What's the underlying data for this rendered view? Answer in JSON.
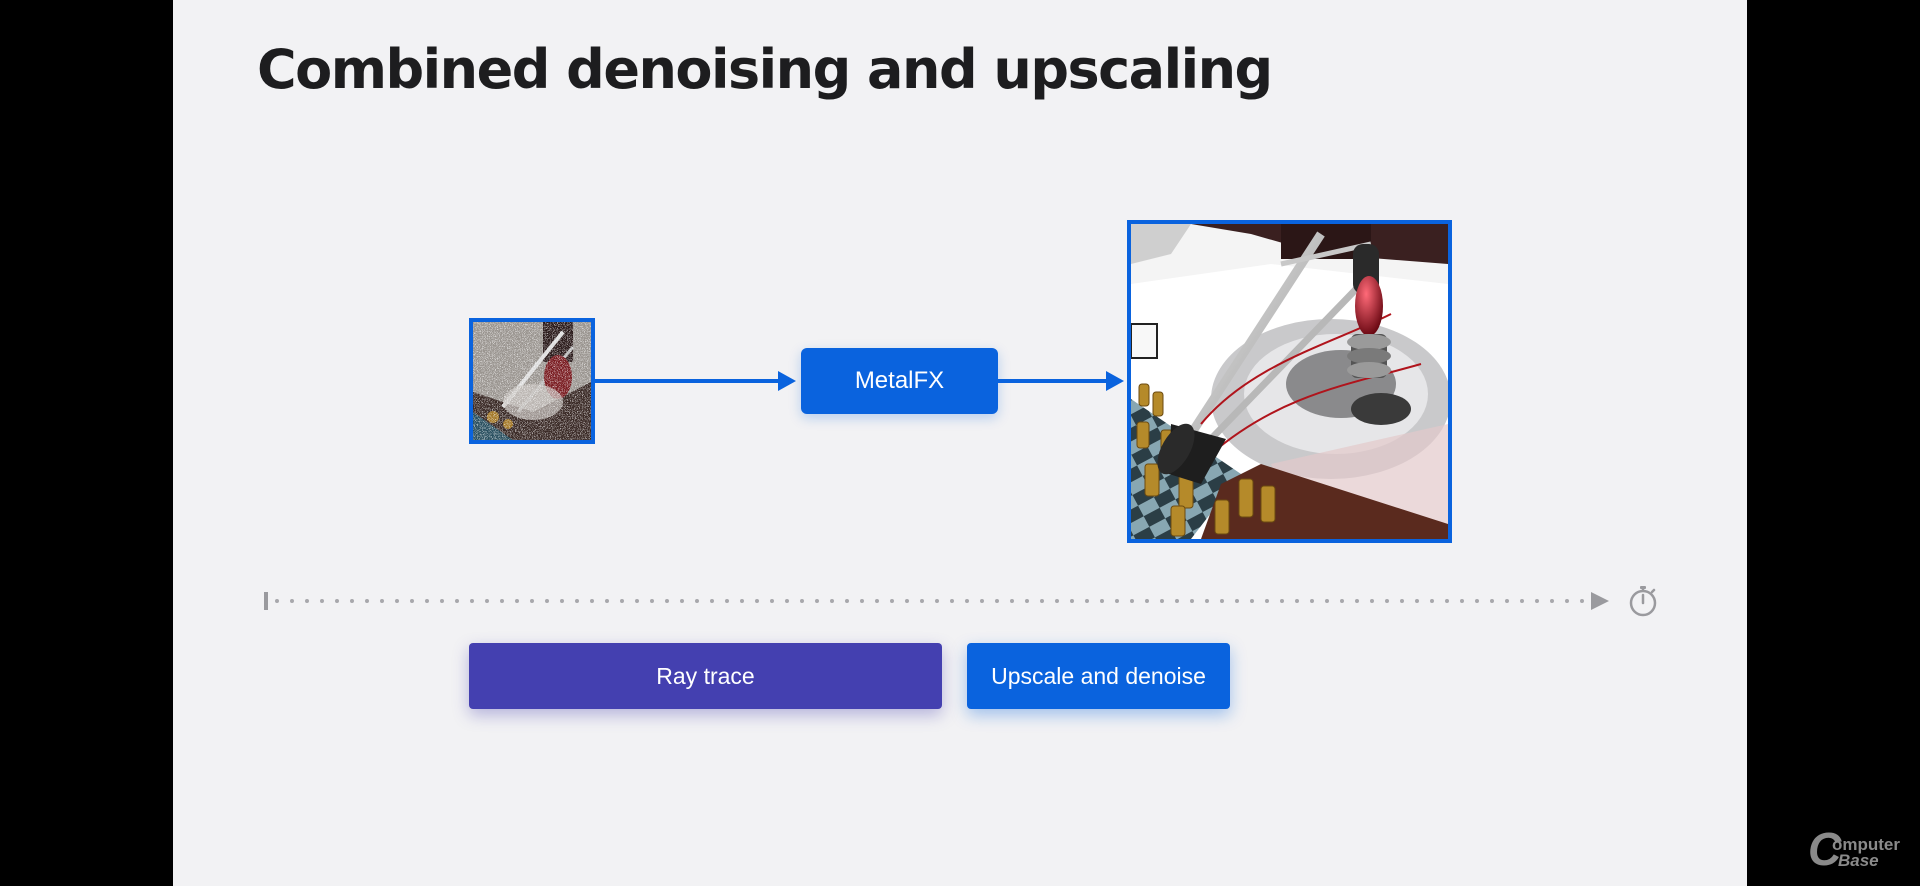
{
  "slide": {
    "title": "Combined denoising and upscaling"
  },
  "pipeline": {
    "input_image": "noisy-low-resolution-render",
    "process_label": "MetalFX",
    "output_image": "clean-high-resolution-render"
  },
  "timeline": {
    "end_icon": "stopwatch-icon",
    "stages": [
      {
        "label": "Ray trace",
        "color": "#4440b0"
      },
      {
        "label": "Upscale and denoise",
        "color": "#0a63de"
      }
    ]
  },
  "watermark": {
    "line1": "omputer",
    "line2": "Base",
    "mark": "C"
  },
  "colors": {
    "accent": "#0a63de",
    "raytrace": "#4440b0",
    "background": "#f2f2f4"
  }
}
